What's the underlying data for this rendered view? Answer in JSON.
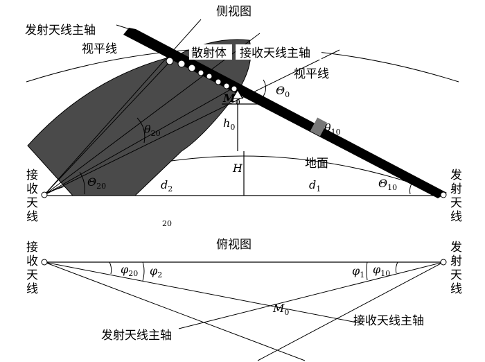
{
  "side_view": {
    "title": "侧视图",
    "tx_axis_label": "发射天线主轴",
    "horizon_label_left": "视平线",
    "scatter_label": "散射体",
    "rx_axis_label": "接收天线主轴",
    "horizon_label_right": "视平线",
    "ground_label": "地面",
    "rx_station": [
      "接",
      "收",
      "天",
      "线"
    ],
    "tx_station": [
      "发",
      "射",
      "天",
      "线"
    ],
    "theta0": "Θ",
    "theta0_sub": "0",
    "M0": "M",
    "M0_sub": "0",
    "h0": "h",
    "h0_sub": "0",
    "H": "H",
    "theta20": "θ",
    "theta20_sub": "20",
    "theta10": "θ",
    "theta10_sub": "10",
    "Theta20": "Θ",
    "Theta20_sub": "20",
    "Theta10": "Θ",
    "Theta10_sub": "10",
    "d2": "d",
    "d2_sub": "2",
    "d1": "d",
    "d1_sub": "1",
    "page_number": "20"
  },
  "top_view": {
    "title": "俯视图",
    "rx_station": [
      "接",
      "收",
      "天",
      "线"
    ],
    "tx_station": [
      "发",
      "射",
      "天",
      "线"
    ],
    "phi20": "φ",
    "phi20_sub": "20",
    "phi2": "φ",
    "phi2_sub": "2",
    "phi1": "φ",
    "phi1_sub": "1",
    "phi10": "φ",
    "phi10_sub": "10",
    "M0": "M",
    "M0_sub": "0",
    "tx_axis_label": "发射天线主轴",
    "rx_axis_label": "接收天线主轴"
  }
}
